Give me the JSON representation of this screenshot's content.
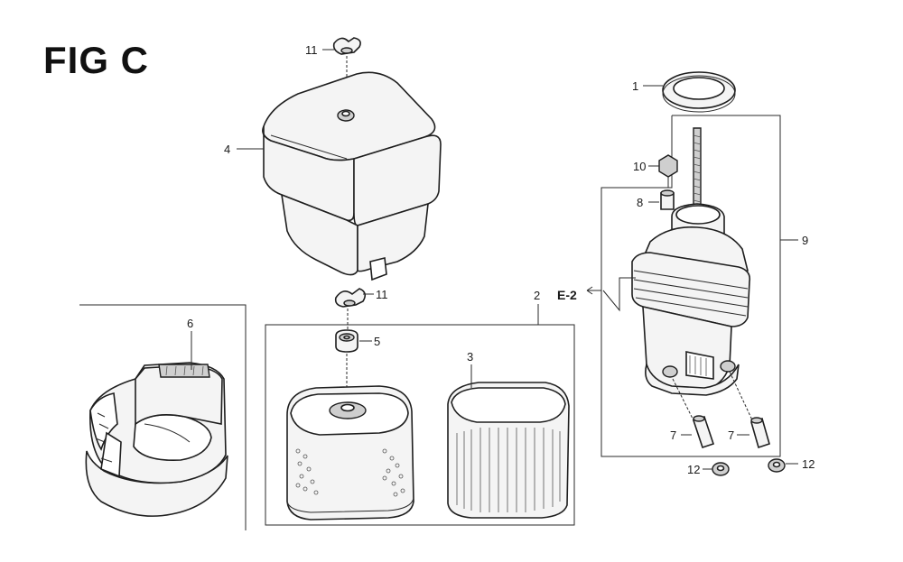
{
  "figure": {
    "title": "FIG C"
  },
  "callouts": [
    {
      "id": "11a",
      "label": "11"
    },
    {
      "id": "4",
      "label": "4"
    },
    {
      "id": "11b",
      "label": "11"
    },
    {
      "id": "5",
      "label": "5"
    },
    {
      "id": "6",
      "label": "6"
    },
    {
      "id": "2",
      "label": "2"
    },
    {
      "id": "3",
      "label": "3"
    },
    {
      "id": "1",
      "label": "1"
    },
    {
      "id": "10",
      "label": "10"
    },
    {
      "id": "8",
      "label": "8"
    },
    {
      "id": "9",
      "label": "9"
    },
    {
      "id": "e2",
      "label": "E-2"
    },
    {
      "id": "7a",
      "label": "7"
    },
    {
      "id": "7b",
      "label": "7"
    },
    {
      "id": "12a",
      "label": "12"
    },
    {
      "id": "12b",
      "label": "12"
    }
  ]
}
